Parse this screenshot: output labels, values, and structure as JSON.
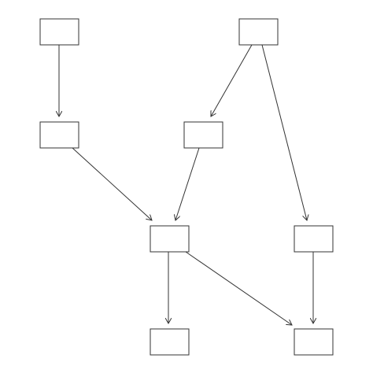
{
  "diagram": {
    "type": "directed-graph",
    "nodes": [
      {
        "id": "n1",
        "label": ""
      },
      {
        "id": "n2",
        "label": ""
      },
      {
        "id": "n3",
        "label": ""
      },
      {
        "id": "n4",
        "label": ""
      },
      {
        "id": "n5",
        "label": ""
      },
      {
        "id": "n6",
        "label": ""
      },
      {
        "id": "n7",
        "label": ""
      },
      {
        "id": "n8",
        "label": ""
      },
      {
        "id": "n9",
        "label": ""
      }
    ],
    "edges": [
      {
        "from": "n1",
        "to": "n3"
      },
      {
        "from": "n2",
        "to": "n4"
      },
      {
        "from": "n2",
        "to": "n6"
      },
      {
        "from": "n3",
        "to": "n5"
      },
      {
        "from": "n4",
        "to": "n5"
      },
      {
        "from": "n5",
        "to": "n7"
      },
      {
        "from": "n5",
        "to": "n8"
      },
      {
        "from": "n6",
        "to": "n8"
      }
    ],
    "colors": {
      "stroke": "#333333",
      "fill": "#ffffff",
      "background": "#ffffff"
    }
  }
}
